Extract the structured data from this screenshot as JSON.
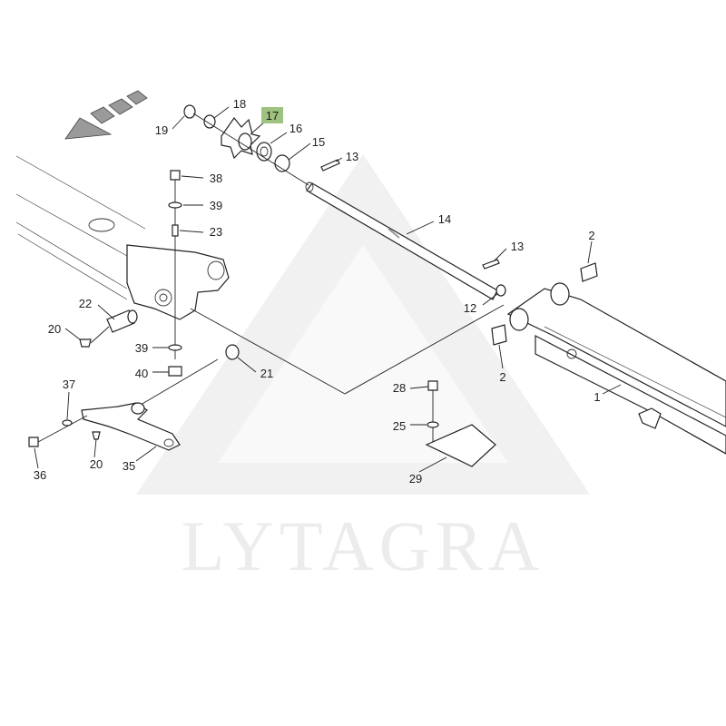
{
  "watermark": {
    "text": "LYTAGRA"
  },
  "highlight_color": "#9ec27f",
  "callouts": [
    {
      "id": "c1",
      "label": "1"
    },
    {
      "id": "c2a",
      "label": "2"
    },
    {
      "id": "c2b",
      "label": "2"
    },
    {
      "id": "c12",
      "label": "12"
    },
    {
      "id": "c13a",
      "label": "13"
    },
    {
      "id": "c13b",
      "label": "13"
    },
    {
      "id": "c14",
      "label": "14"
    },
    {
      "id": "c15",
      "label": "15"
    },
    {
      "id": "c16",
      "label": "16"
    },
    {
      "id": "c17",
      "label": "17",
      "highlighted": true
    },
    {
      "id": "c18",
      "label": "18"
    },
    {
      "id": "c19",
      "label": "19"
    },
    {
      "id": "c20a",
      "label": "20"
    },
    {
      "id": "c20b",
      "label": "20"
    },
    {
      "id": "c21",
      "label": "21"
    },
    {
      "id": "c22",
      "label": "22"
    },
    {
      "id": "c23",
      "label": "23"
    },
    {
      "id": "c25",
      "label": "25"
    },
    {
      "id": "c28",
      "label": "28"
    },
    {
      "id": "c29",
      "label": "29"
    },
    {
      "id": "c35",
      "label": "35"
    },
    {
      "id": "c36",
      "label": "36"
    },
    {
      "id": "c37",
      "label": "37"
    },
    {
      "id": "c38",
      "label": "38"
    },
    {
      "id": "c39a",
      "label": "39"
    },
    {
      "id": "c39b",
      "label": "39"
    },
    {
      "id": "c40",
      "label": "40"
    }
  ]
}
